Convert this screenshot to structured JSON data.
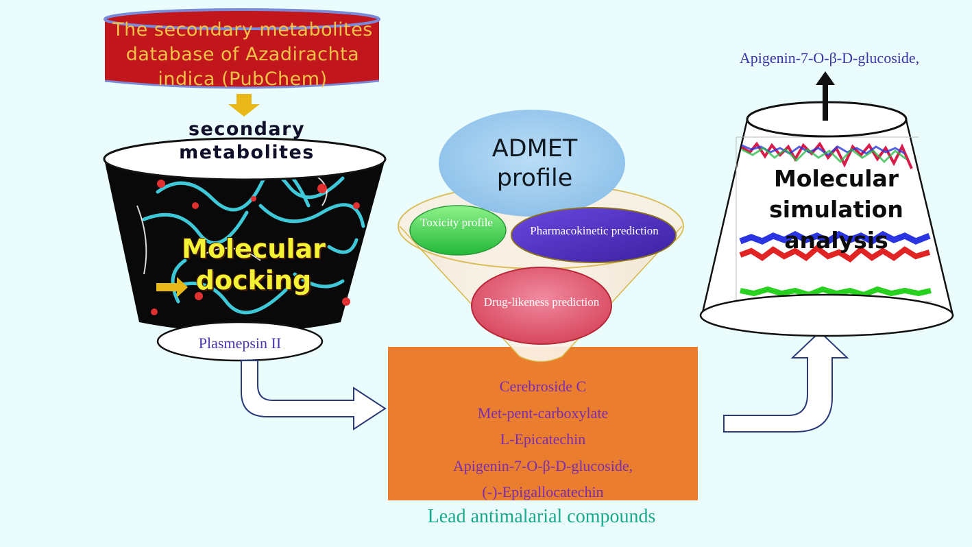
{
  "database": {
    "text": "The secondary metabolites database of Azadirachta indica (PubChem)"
  },
  "docking_funnel": {
    "top_label": "secondary metabolites",
    "center_label": "Molecular docking",
    "bottom_label": "Plasmepsin II"
  },
  "admet_funnel": {
    "title": "ADMET profile",
    "toxicity": "Toxicity profile",
    "pharmacokinetic": "Pharmacokinetic prediction",
    "druglikeness": "Drug-likeness prediction"
  },
  "lead_box": {
    "compounds": [
      "Cerebroside C",
      "Met-pent-carboxylate",
      "L-Epicatechin",
      "Apigenin-7-O-β-D-glucoside,",
      "(-)-Epigallocatechin"
    ],
    "caption": "Lead antimalarial compounds"
  },
  "simulation_funnel": {
    "label": "Molecular simulation analysis",
    "output": "Apigenin-7-O-β-D-glucoside,"
  },
  "colors": {
    "background": "#eafcfc",
    "database_fill": "#c0161c",
    "database_top": "#7a8ad8",
    "database_text": "#f2c14a",
    "arrow_yellow": "#e8b818",
    "lead_box": "#ea7e2e",
    "compound_text": "#7a2cb0",
    "caption_text": "#1aa88a",
    "admet_bubble": "#9cc8ee",
    "toxicity_bubble": "#3ccf4c",
    "pharmacokinetic_bubble": "#4a2ec8",
    "druglikeness_bubble": "#e05a78"
  }
}
